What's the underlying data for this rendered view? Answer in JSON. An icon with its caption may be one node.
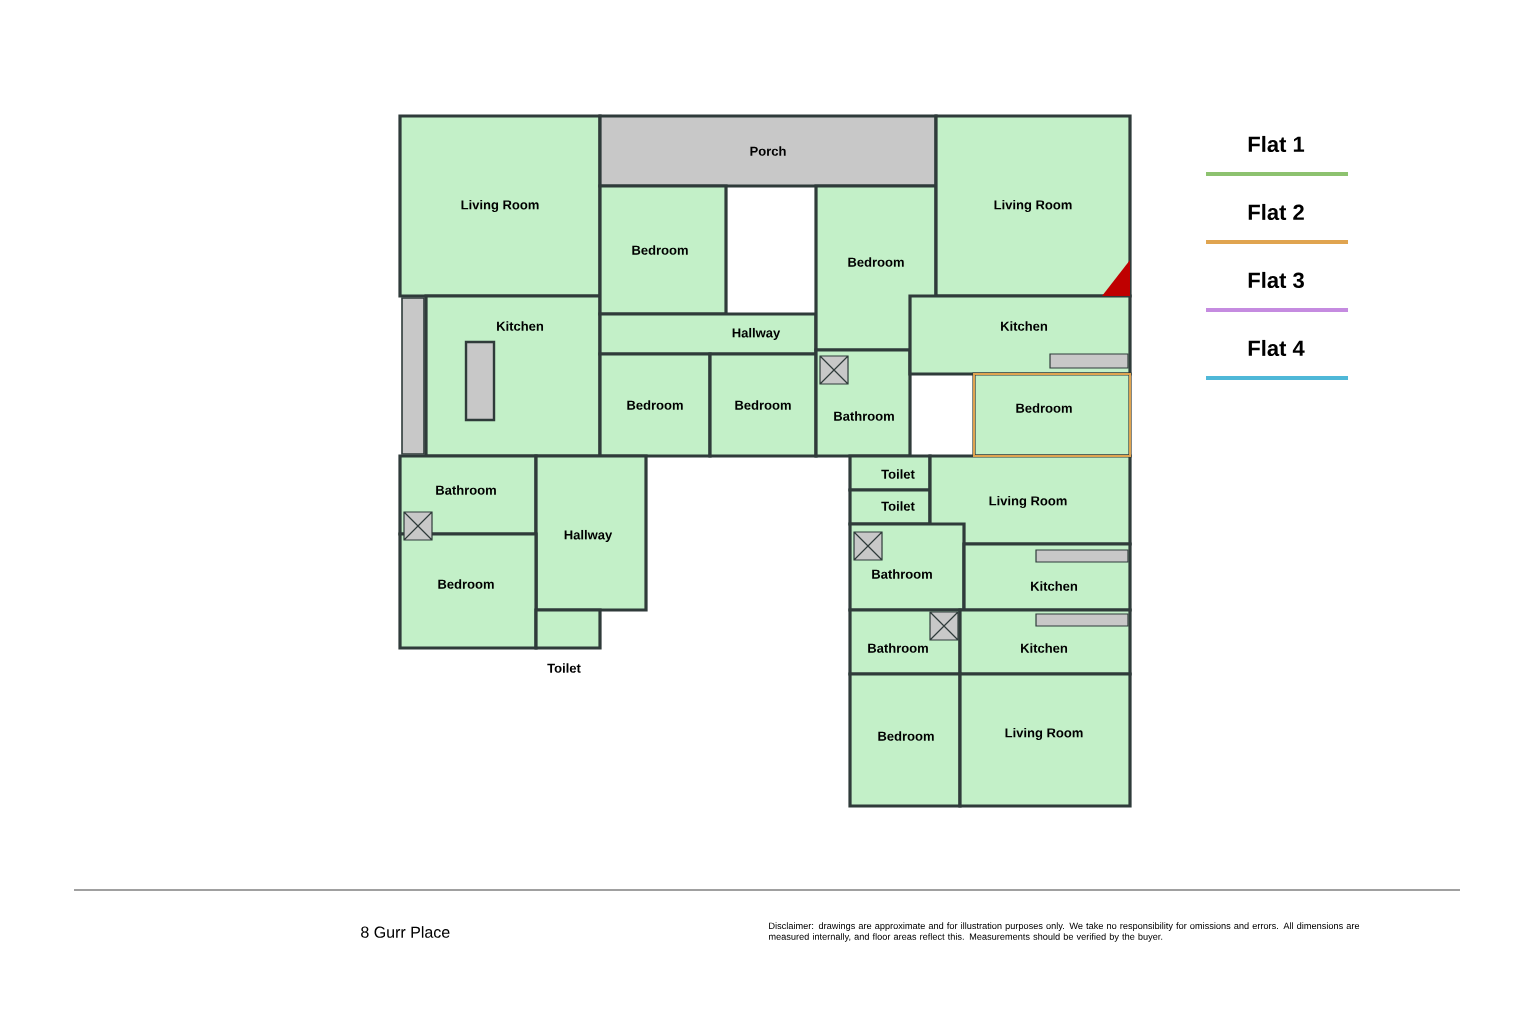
{
  "diagram": {
    "nodes": [
      {
        "text": [
          "Living Room"
        ]
      },
      {
        "text": [
          "Kitchen"
        ]
      },
      {
        "text": [
          "Porch"
        ]
      },
      {
        "text": [
          "Bedroom"
        ]
      },
      {
        "text": [
          "Hallway"
        ]
      },
      {
        "text": [
          "Bedroom"
        ]
      },
      {
        "text": [
          "Bedroom"
        ]
      },
      {
        "text": [
          "Bedroom"
        ]
      },
      {
        "text": [
          "Bathroom"
        ]
      },
      {
        "text": [
          "Living Room"
        ]
      },
      {
        "text": [
          "Kitchen"
        ]
      },
      {
        "text": [
          "Bedroom"
        ]
      },
      {
        "text": [
          "Bathroom"
        ]
      },
      {
        "text": [
          "Hallway"
        ]
      },
      {
        "text": [
          "Bedroom"
        ]
      },
      {
        "text": [
          "Toilet"
        ]
      },
      {
        "text": [
          "Toilet"
        ]
      },
      {
        "text": [
          "Toilet"
        ]
      },
      {
        "text": [
          "Living Room"
        ]
      },
      {
        "text": [
          "Bathroom"
        ]
      },
      {
        "text": [
          "Kitchen"
        ]
      },
      {
        "text": [
          "Bathroom"
        ]
      },
      {
        "text": [
          "Kitchen"
        ]
      },
      {
        "text": [
          "Bedroom"
        ]
      },
      {
        "text": [
          "Living Room"
        ]
      }
    ],
    "labels": [
      "8 Gurr Place",
      "Disclaimer: drawings are approximate and for illustration purposes only. We take no responsibility for omissions and errors. All dimensions are measured internally, and floor areas reflect this. Measurements should be verified by the buyer."
    ],
    "legend": [
      {
        "text": "Flat 1"
      },
      {
        "text": "Flat 2"
      },
      {
        "text": "Flat 3"
      },
      {
        "text": "Flat 4"
      }
    ]
  }
}
